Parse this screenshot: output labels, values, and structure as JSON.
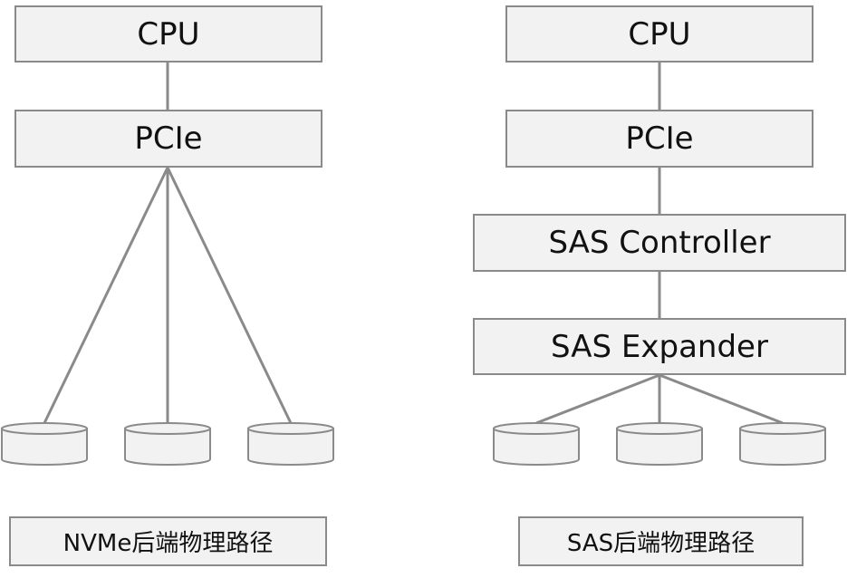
{
  "left": {
    "cpu_label": "CPU",
    "pcie_label": "PCIe",
    "caption": "NVMe后端物理路径"
  },
  "right": {
    "cpu_label": "CPU",
    "pcie_label": "PCIe",
    "sas_controller_label": "SAS Controller",
    "sas_expander_label": "SAS Expander",
    "caption": "SAS后端物理路径"
  },
  "colors": {
    "box_fill": "#f2f2f2",
    "box_border": "#8a8a8a",
    "line": "#8a8a8a",
    "disk_fill": "#f2f2f2"
  }
}
